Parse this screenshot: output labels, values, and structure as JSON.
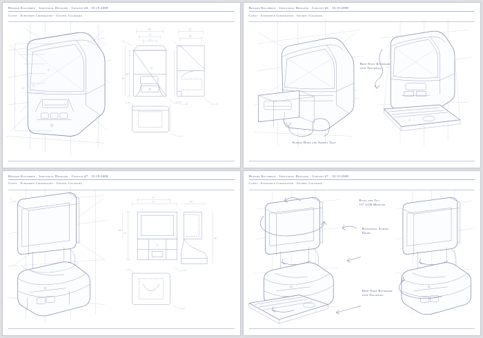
{
  "document": {
    "kind": "industrial-design-presentation-sheet",
    "background_color": "#e8e9ec",
    "ink_color": "#4e5a8c",
    "panel_color": "#ffffff"
  },
  "panels": [
    {
      "id": "panel-top-left",
      "header": {
        "line1": "Howard Killebrew · Industrial Designer · Concept #4 · 10.19.2008",
        "line2": "Client · Echoserve Corporation · Golden, Colorado"
      },
      "content_summary": "Perspective sketch of benchtop analyzer enclosure with orthographic front, side and top views with dimension lines",
      "annotations": []
    },
    {
      "id": "panel-top-right",
      "header": {
        "line1": "Howard Killebrew · Industrial Designer · Concept #4 · 10.19.2008",
        "line2": "Client · Echoserve Corporation · Golden, Colorado"
      },
      "content_summary": "Two perspective sketches showing the sliding door / sample tray extended and the hide-away keyboard deployed",
      "annotations": [
        {
          "id": "ann-hide-away-keyboard",
          "lines": [
            "Hide-Away Keyboard",
            "with Trackball"
          ]
        },
        {
          "id": "ann-sliding-door",
          "lines": [
            "Sliding Door and Sample Tray"
          ]
        }
      ]
    },
    {
      "id": "panel-bottom-left",
      "header": {
        "line1": "Howard Killebrew · Industrial Designer · Concept #7 · 10.19.2008",
        "line2": "Client · Echoserve Corporation · Golden, Colorado"
      },
      "content_summary": "Perspective sketch of pedestal monitor workstation with orthographic views and dimension lines",
      "annotations": []
    },
    {
      "id": "panel-bottom-right",
      "header": {
        "line1": "Howard Killebrew · Industrial Designer · Concept #7 · 10.19.2008",
        "line2": "Client · Echoserve Corporation · Golden, Colorado"
      },
      "content_summary": "Two perspective sketches of the pedestal workstation with motion arrows for pivot, rotation and keyboard deployment",
      "annotations": [
        {
          "id": "ann-pivot-tilt",
          "lines": [
            "Pivot and Tilt",
            "15” LCD Monitor"
          ]
        },
        {
          "id": "ann-rotational-sliding-doors",
          "lines": [
            "Rotational Sliding",
            "Doors"
          ]
        },
        {
          "id": "ann-hide-away-keyboard-2",
          "lines": [
            "Hide-Away Keyboard",
            "with Trackball"
          ]
        }
      ]
    }
  ]
}
